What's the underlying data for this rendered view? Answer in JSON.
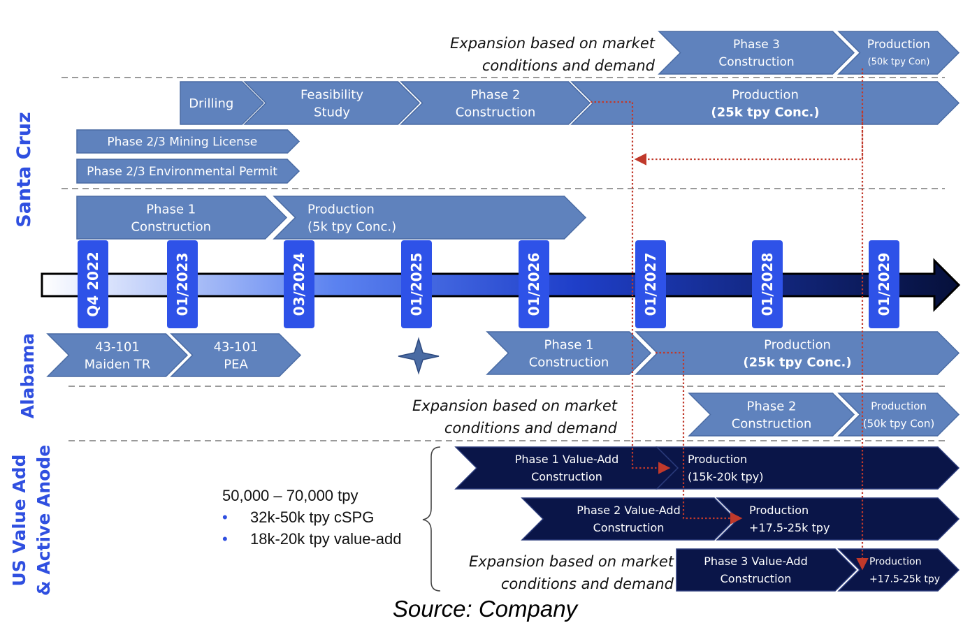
{
  "sections": {
    "santa_cruz": "Santa Cruz",
    "alabama": "Alabama",
    "us_line1": "US Value Add",
    "us_line2": "& Active Anode"
  },
  "timeline": {
    "dates": [
      "Q4 2022",
      "01/2023",
      "03/2024",
      "01/2025",
      "01/2026",
      "01/2027",
      "01/2028",
      "01/2029"
    ]
  },
  "notes": {
    "expansion_line1": "Expansion based on market",
    "expansion_line2": "conditions and demand"
  },
  "santa_cruz": {
    "phase3": [
      "Phase 3",
      "Construction"
    ],
    "prod_50k": [
      "Production",
      "(50k tpy Con)"
    ],
    "drilling": [
      "Drilling"
    ],
    "feasibility": [
      "Feasibility",
      "Study"
    ],
    "phase2": [
      "Phase 2",
      "Construction"
    ],
    "prod_25k": [
      "Production",
      "(25k tpy Conc.)"
    ],
    "license": [
      "Phase 2/3 Mining License"
    ],
    "permit": [
      "Phase 2/3 Environmental Permit"
    ],
    "phase1": [
      "Phase 1",
      "Construction"
    ],
    "prod_5k": [
      "Production",
      "(5k tpy Conc.)"
    ]
  },
  "alabama": {
    "maiden": [
      "43-101",
      "Maiden TR"
    ],
    "pea": [
      "43-101",
      "PEA"
    ],
    "phase1": [
      "Phase 1",
      "Construction"
    ],
    "prod_25k": [
      "Production",
      "(25k tpy Conc.)"
    ],
    "phase2": [
      "Phase 2",
      "Construction"
    ],
    "prod_50k": [
      "Production",
      "(50k tpy Con)"
    ]
  },
  "us": {
    "va1": [
      "Phase 1 Value-Add",
      "Construction"
    ],
    "prod1": [
      "Production",
      "(15k-20k tpy)"
    ],
    "va2": [
      "Phase 2 Value-Add",
      "Construction"
    ],
    "prod2": [
      "Production",
      "+17.5-25k tpy"
    ],
    "va3": [
      "Phase 3 Value-Add",
      "Construction"
    ],
    "prod3": [
      "Production",
      "+17.5-25k tpy"
    ]
  },
  "capacity": {
    "total": "50,000 – 70,000 tpy",
    "items": [
      "32k-50k tpy cSPG",
      "18k-20k tpy value-add"
    ]
  },
  "source": "Source: Company",
  "colors": {
    "steel": "#5f82bd",
    "steel_stroke": "#4a6ba3",
    "navy": "#0a1548",
    "navy_stroke": "#2a3a7a",
    "date_box": "#2e52e8",
    "section_label": "#2f4fe0",
    "connector": "#c0392b",
    "divider": "#9a9a9a"
  }
}
